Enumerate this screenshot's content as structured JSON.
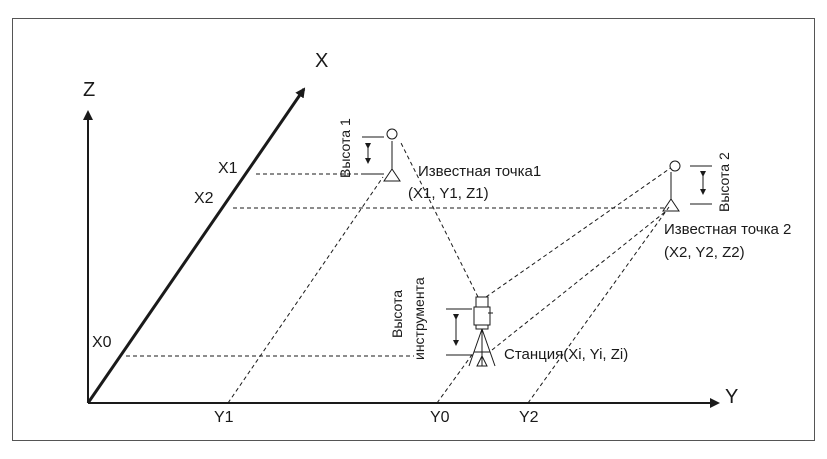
{
  "axes": {
    "x": "X",
    "y": "Y",
    "z": "Z"
  },
  "ticks": {
    "x1": "X1",
    "x2": "X2",
    "x0": "X0",
    "y1": "Y1",
    "y0": "Y0",
    "y2": "Y2"
  },
  "known_point_1": {
    "label": "Известная точка1",
    "coords": "(X1, Y1, Z1)",
    "height_label": "Высота 1"
  },
  "known_point_2": {
    "label": "Известная точка 2",
    "coords": "(X2, Y2, Z2)",
    "height_label": "Высота 2"
  },
  "station": {
    "label": "Станция(Xi, Yi, Zi)",
    "height_label_line1": "Высота",
    "height_label_line2": "инструмента"
  }
}
